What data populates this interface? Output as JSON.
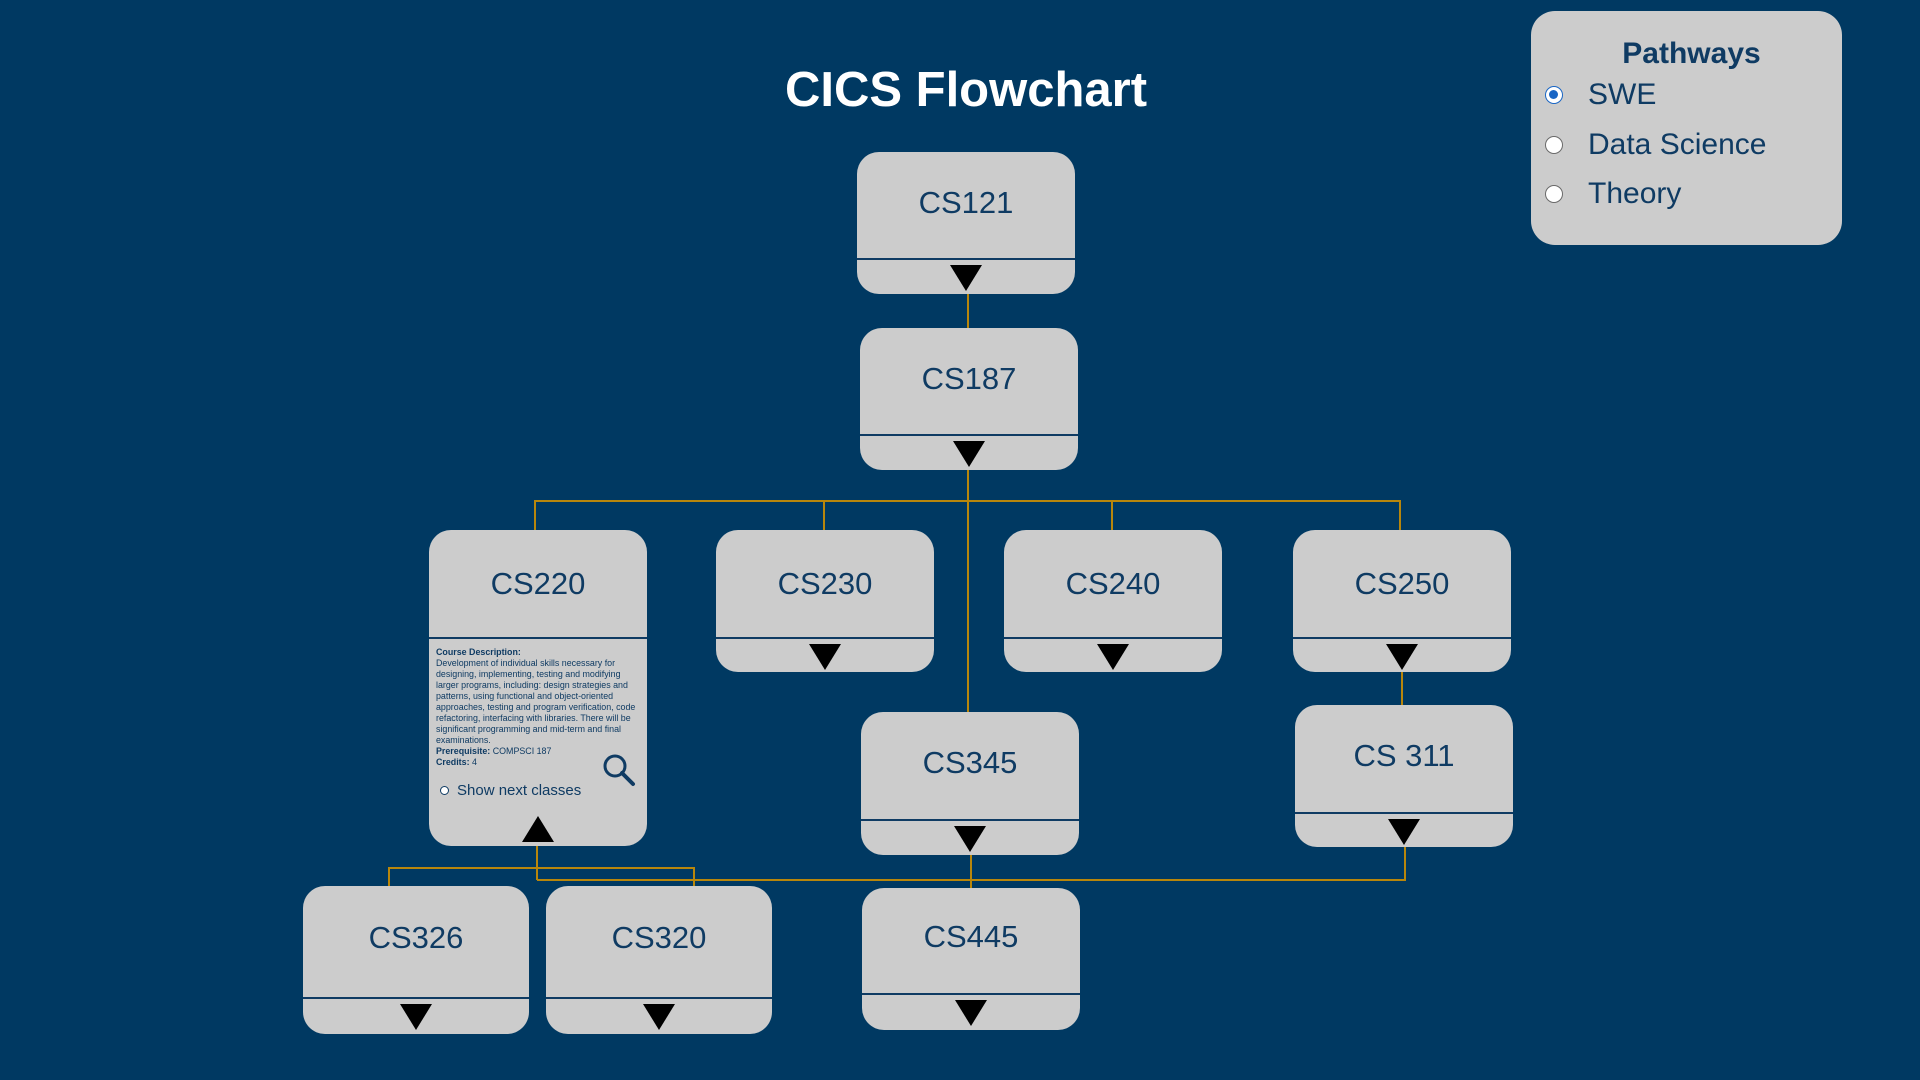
{
  "page": {
    "title": "CICS Flowchart"
  },
  "colors": {
    "background": "#003962",
    "card": "#cccccc",
    "card_text": "#0f3b63",
    "connector": "#b8860b",
    "radio_selected": "#1a66c4"
  },
  "pathways": {
    "title": "Pathways",
    "options": [
      {
        "label": "SWE",
        "selected": true
      },
      {
        "label": "Data Science",
        "selected": false
      },
      {
        "label": "Theory",
        "selected": false
      }
    ]
  },
  "courses": {
    "cs121": {
      "label": "CS121"
    },
    "cs187": {
      "label": "CS187"
    },
    "cs220": {
      "label": "CS220",
      "description_heading": "Course Description:",
      "description_lines": [
        "Development of individual skills necessary for",
        "designing, implementing, testing and modifying",
        "larger programs, including: design strategies and",
        "patterns, using functional and object-oriented",
        "approaches, testing and program verification, code",
        "refactoring, interfacing with libraries. There will be",
        "significant programming and mid-term and final",
        "examinations."
      ],
      "prerequisite_label": "Prerequisite:",
      "prerequisite_value": "COMPSCI 187",
      "credits_label": "Credits:",
      "credits_value": "4",
      "show_next_label": "Show next classes"
    },
    "cs230": {
      "label": "CS230"
    },
    "cs240": {
      "label": "CS240"
    },
    "cs250": {
      "label": "CS250"
    },
    "cs345": {
      "label": "CS345"
    },
    "cs311": {
      "label": "CS 311"
    },
    "cs326": {
      "label": "CS326"
    },
    "cs320": {
      "label": "CS320"
    },
    "cs445": {
      "label": "CS445"
    }
  },
  "icons": {
    "expand": "triangle-down-icon",
    "collapse": "triangle-up-icon",
    "search": "magnifier-icon"
  }
}
